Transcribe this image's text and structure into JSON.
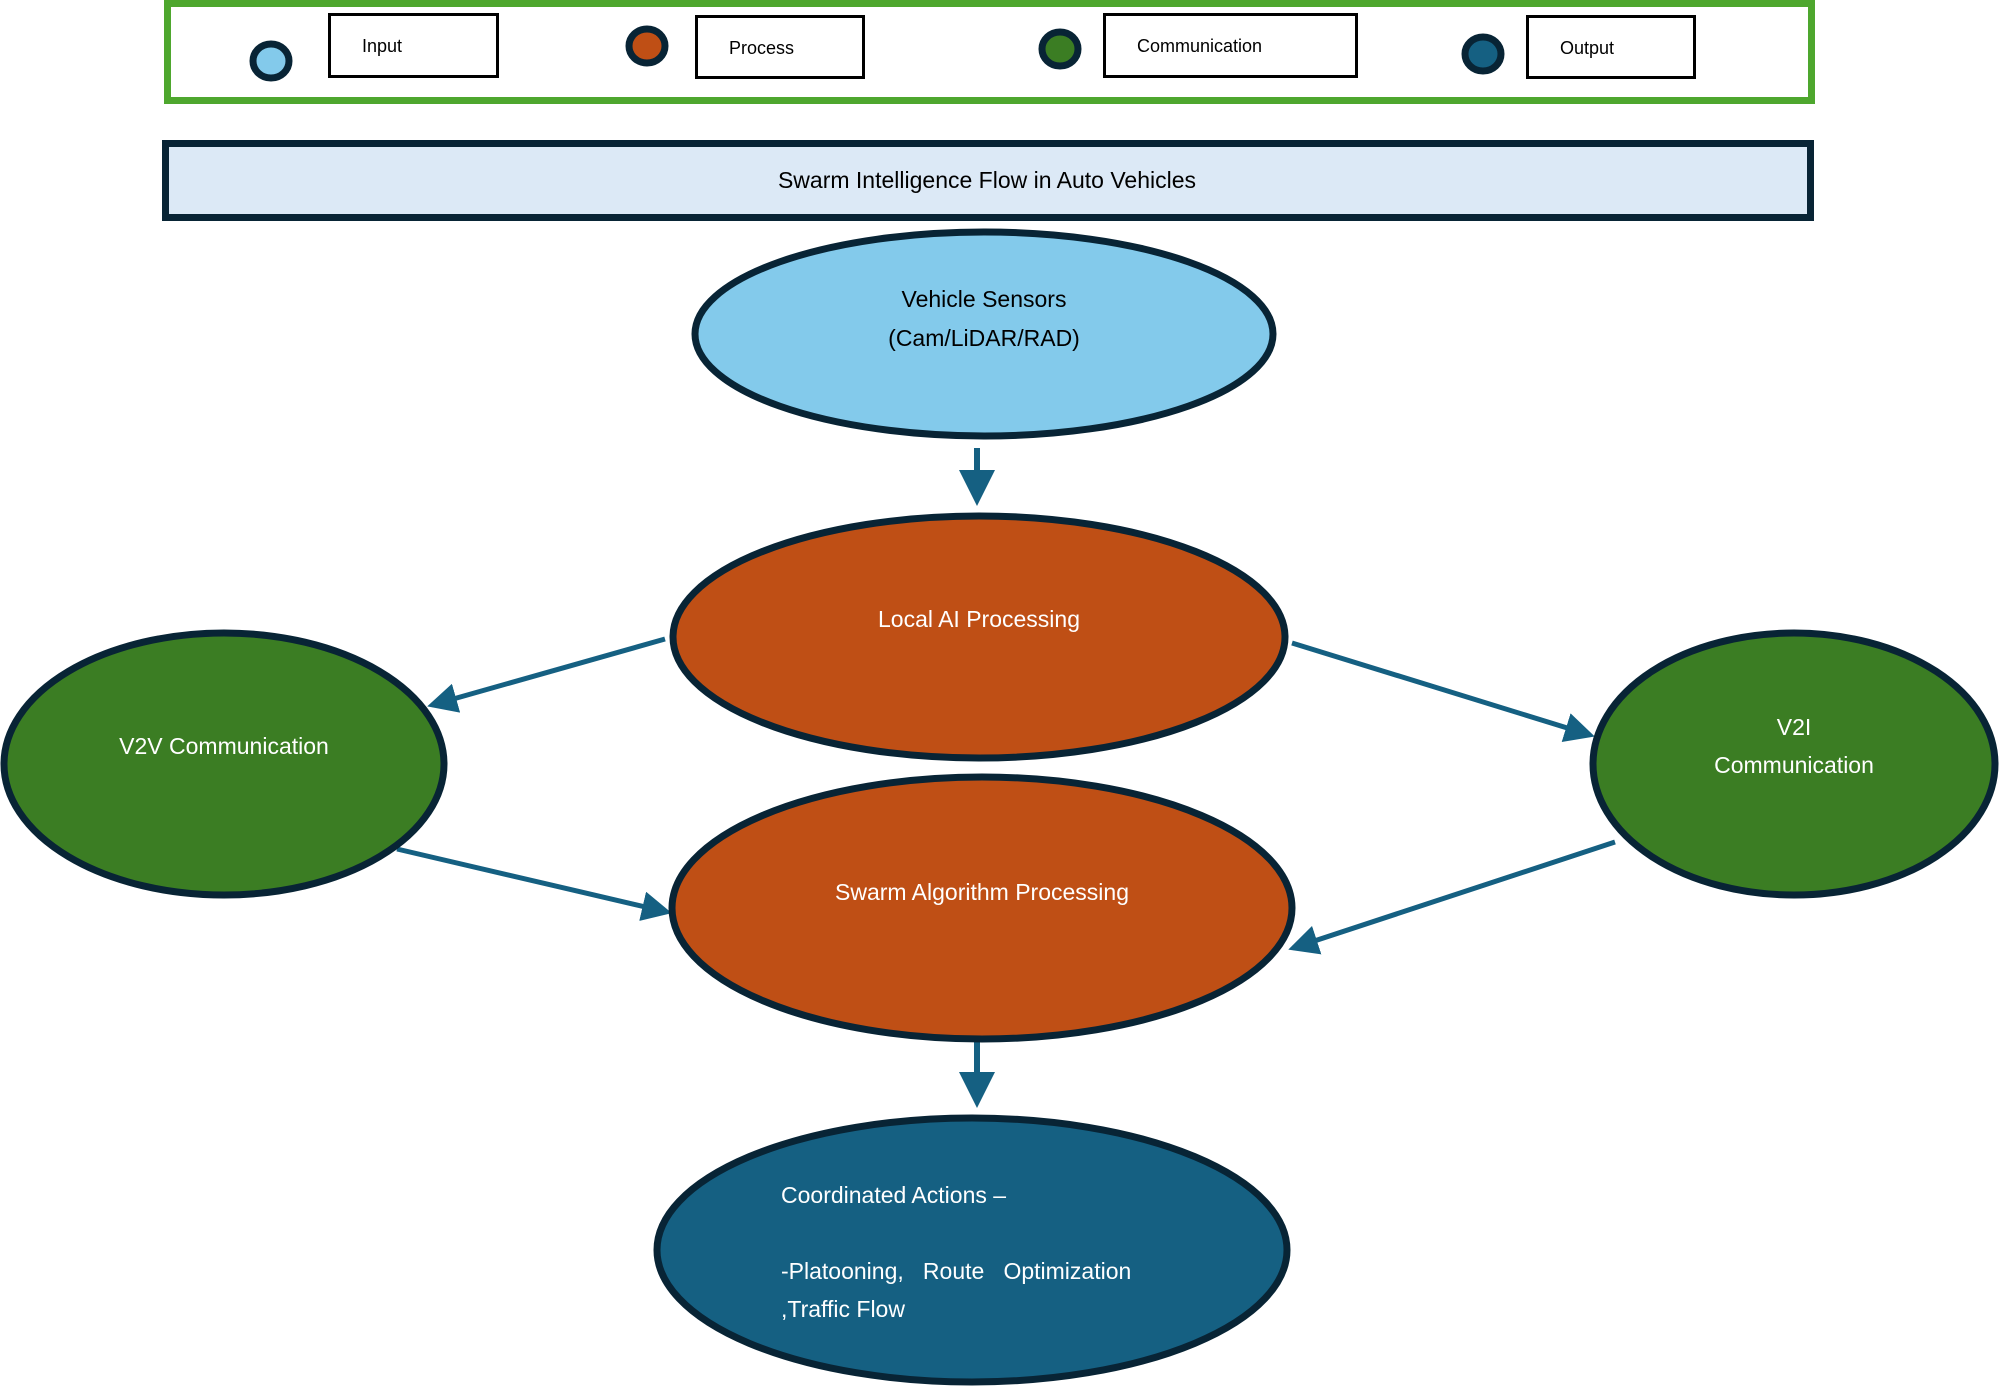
{
  "legend": {
    "items": [
      {
        "label": "Input",
        "color": "#83caeb"
      },
      {
        "label": "Process",
        "color": "#bf4f15"
      },
      {
        "label": "Communication",
        "color": "#3b7d23"
      },
      {
        "label": "Output",
        "color": "#156082"
      }
    ],
    "border_color": "#4ea72e"
  },
  "title": "Swarm Intelligence Flow in Auto Vehicles",
  "nodes": {
    "vehicle_sensors": {
      "lines": [
        "Vehicle Sensors",
        "(Cam/LiDAR/RAD)"
      ],
      "category": "Input"
    },
    "local_ai": {
      "lines": [
        "Local AI Processing"
      ],
      "category": "Process"
    },
    "v2v": {
      "lines": [
        "V2V Communication"
      ],
      "category": "Communication"
    },
    "v2i": {
      "lines": [
        "V2I",
        "Communication"
      ],
      "category": "Communication"
    },
    "swarm_algo": {
      "lines": [
        "Swarm Algorithm Processing"
      ],
      "category": "Process"
    },
    "coordinated": {
      "lines": [
        "Coordinated Actions –",
        "-Platooning,   Route   Optimization",
        ",Traffic Flow"
      ],
      "category": "Output"
    }
  },
  "edges": [
    {
      "from": "Vehicle Sensors",
      "to": "Local AI Processing"
    },
    {
      "from": "Local AI Processing",
      "to": "V2V Communication"
    },
    {
      "from": "Local AI Processing",
      "to": "V2I Communication"
    },
    {
      "from": "V2V Communication",
      "to": "Swarm Algorithm Processing"
    },
    {
      "from": "V2I Communication",
      "to": "Swarm Algorithm Processing"
    },
    {
      "from": "Swarm Algorithm Processing",
      "to": "Coordinated Actions"
    }
  ],
  "colors": {
    "outline": "#082435",
    "arrow": "#156082",
    "title_fill": "#dce9f6"
  }
}
